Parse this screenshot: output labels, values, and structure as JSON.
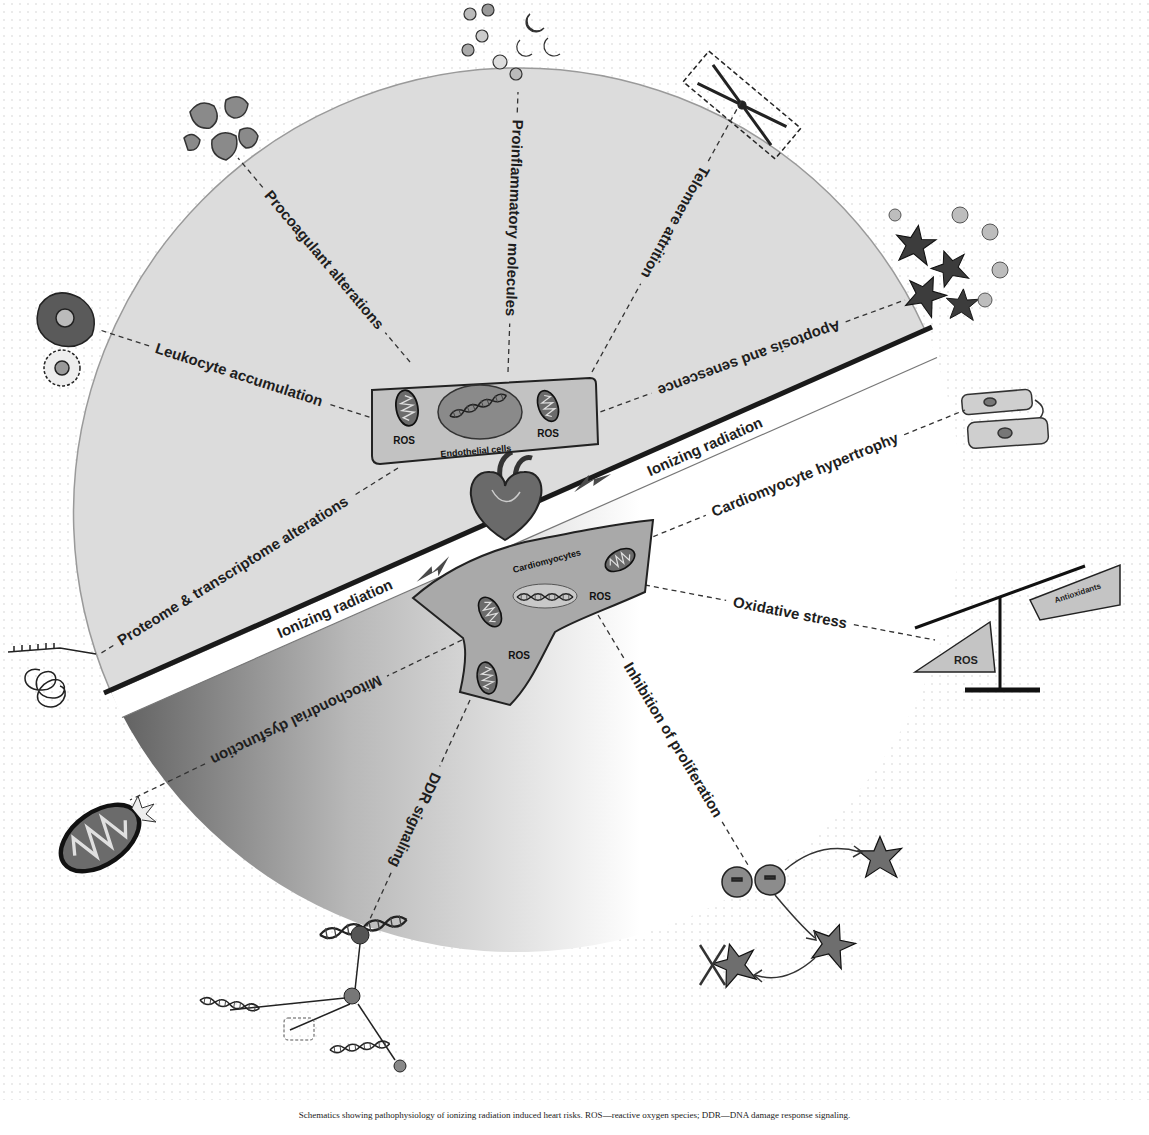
{
  "diagram": {
    "caption": "Schematics showing pathophysiology of ionizing radiation induced heart risks. ROS—reactive oxygen species; DDR—DNA damage response signaling.",
    "nodes": [
      {
        "text": [
          "ROS",
          "ROS",
          "Endothelial cells"
        ]
      },
      {
        "text": [
          "Cardiomyocytes",
          "ROS",
          "ROS"
        ]
      }
    ],
    "labels": [
      "Procoagulant alterations",
      "Proinflammatory molecules",
      "Telomere attrition",
      "Apoptosis and senescence",
      "Leukocyte accumulation",
      "Proteome & transcriptome alterations",
      "Ionizing radiation",
      "Cardiomyocyte hypertrophy",
      "Ionizing radiation",
      "Oxidative stress",
      "Mitochondrial dysfunction",
      "DDR signaling",
      "Inhibition of proliferation",
      "ROS",
      "Antioxidants"
    ]
  }
}
